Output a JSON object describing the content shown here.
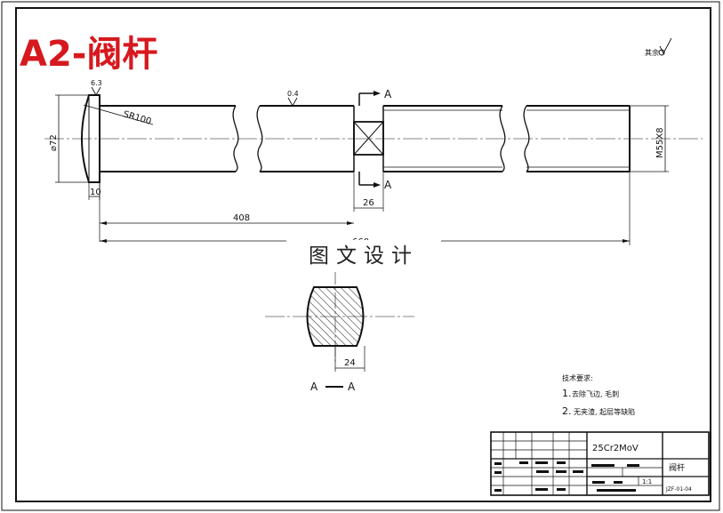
{
  "title": "A2-阀杆",
  "watermark": "图文设计",
  "roughness": {
    "rest": "其余",
    "head_face": "6.3",
    "shaft": "0.4"
  },
  "dimensions": {
    "head_diameter": "⌀72",
    "sphere_radius": "SR100",
    "head_thickness": "10",
    "square_length": "26",
    "length_to_square": "408",
    "total_length": "660",
    "thread": "M55X8",
    "flat_width": "24"
  },
  "section": {
    "cut_marker": "A",
    "label_left": "A",
    "label_right": "A"
  },
  "tech_requirements": {
    "heading": "技术要求:",
    "items": [
      {
        "num": "1.",
        "text": "去除飞边, 毛刺"
      },
      {
        "num": "2.",
        "text": "无夹渣, 起层等缺陷"
      }
    ]
  },
  "title_block": {
    "material": "25Cr2MoV",
    "part_name": "阀杆",
    "drawing_no": "JZF-01-04",
    "scale": "1:1"
  }
}
